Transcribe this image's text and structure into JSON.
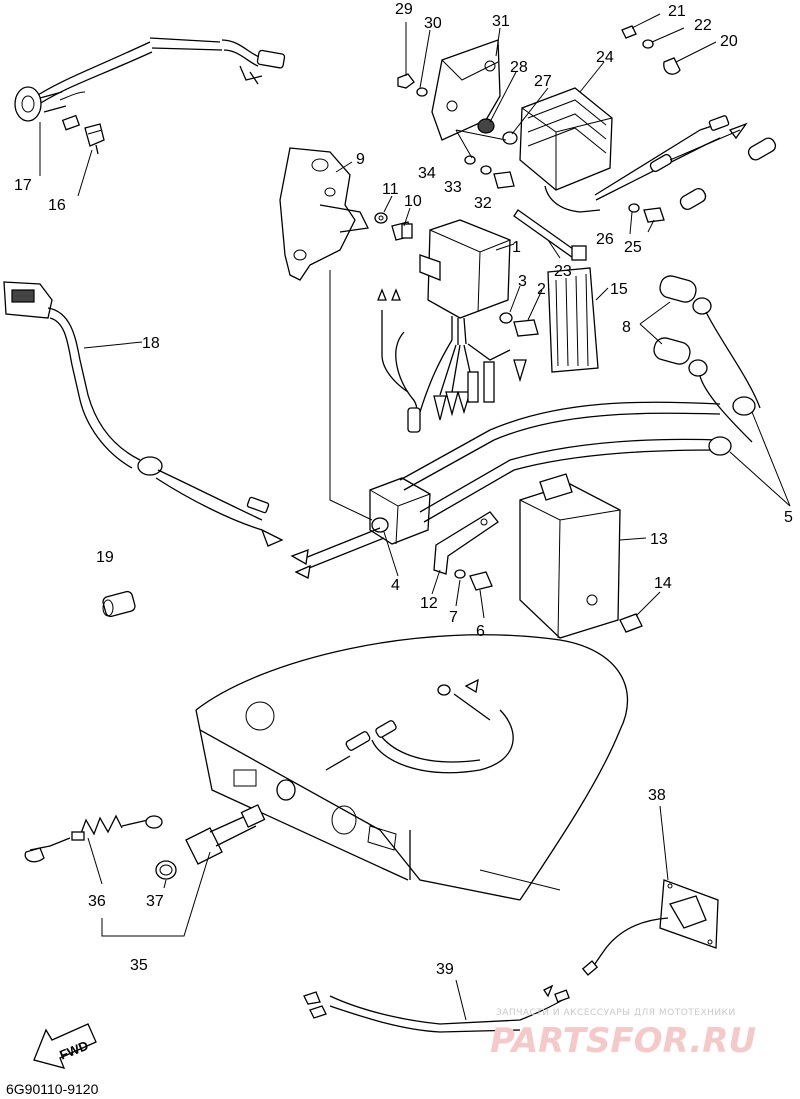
{
  "diagram": {
    "part_numbers": [
      "1",
      "2",
      "3",
      "4",
      "5",
      "6",
      "7",
      "8",
      "9",
      "10",
      "11",
      "12",
      "13",
      "14",
      "15",
      "16",
      "17",
      "18",
      "19",
      "20",
      "21",
      "22",
      "23",
      "24",
      "25",
      "26",
      "27",
      "28",
      "29",
      "30",
      "31",
      "32",
      "33",
      "34",
      "35",
      "36",
      "37",
      "38",
      "39"
    ],
    "direction_marker": "FWD",
    "diagram_code": "6G90110-9120"
  },
  "watermark": {
    "tagline": "ЗАПЧАСТИ И АКСЕССУАРЫ ДЛЯ МОТОТЕХНИКИ",
    "brand": "PARTSFOR.RU"
  }
}
